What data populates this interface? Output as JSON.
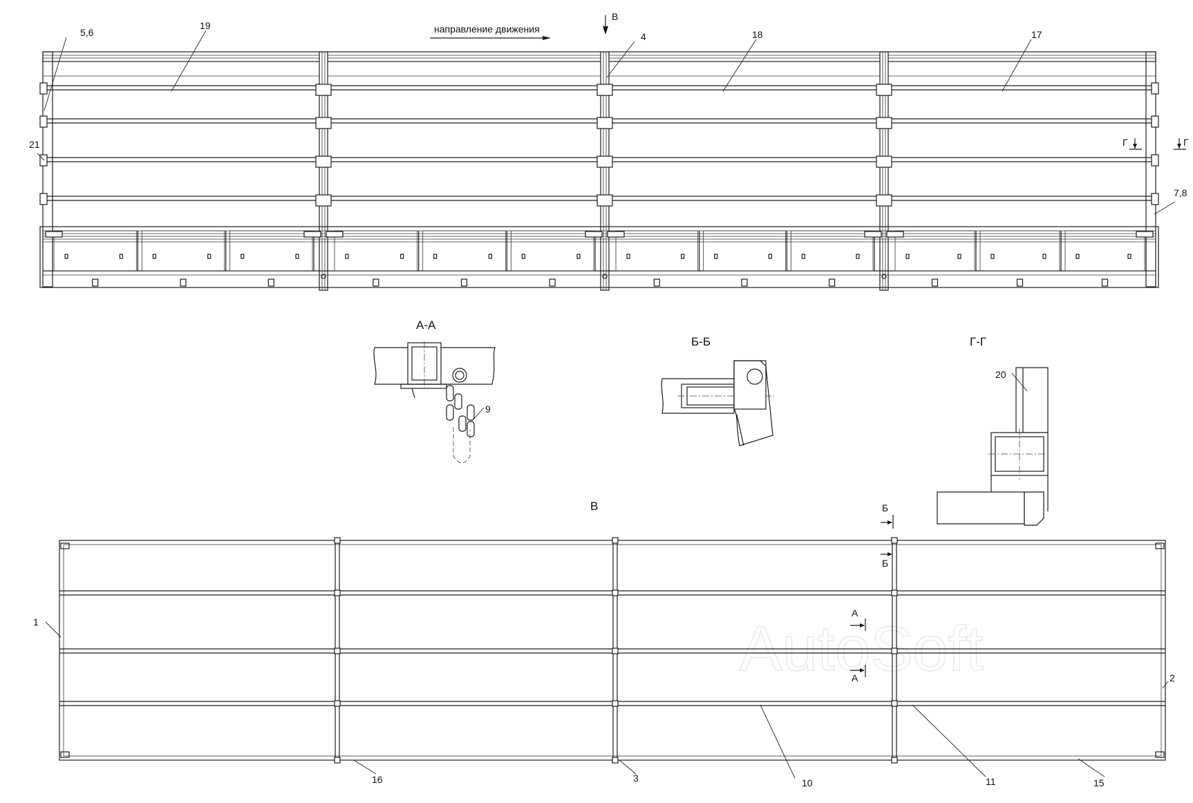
{
  "direction_label": "направление движения",
  "view_marks": {
    "b_top": "В",
    "g_mark": "Г"
  },
  "section_titles": {
    "aa": "А-А",
    "bb": "Б-Б",
    "gg": "Г-Г",
    "view_b": "В"
  },
  "section_marks": {
    "b": "Б",
    "a": "А"
  },
  "watermark": "AutoSoft",
  "callouts": {
    "c56": "5,6",
    "c19": "19",
    "c4": "4",
    "c18": "18",
    "c17": "17",
    "c21": "21",
    "c78": "7,8",
    "c9": "9",
    "c20": "20",
    "c1": "1",
    "c2": "2",
    "c16": "16",
    "c3": "3",
    "c10": "10",
    "c11": "11",
    "c15": "15"
  }
}
